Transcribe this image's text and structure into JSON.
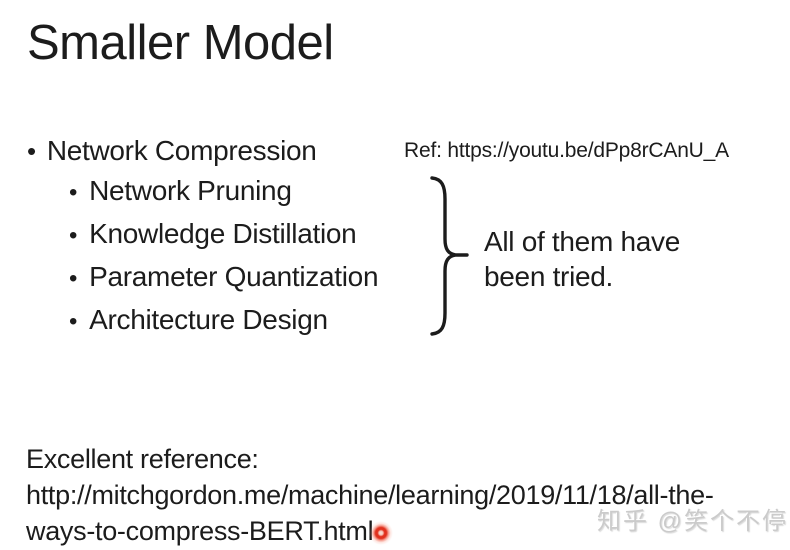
{
  "slide": {
    "title": "Smaller Model",
    "main_bullet": {
      "label": "Network Compression",
      "ref_note": "Ref: https://youtu.be/dPp8rCAnU_A"
    },
    "sub_bullets": [
      "Network Pruning",
      "Knowledge Distillation",
      "Parameter Quantization",
      "Architecture Design"
    ],
    "brace_note": "All of them have\nbeen tried.",
    "footer": {
      "label": "Excellent reference:",
      "url_line1": "http://mitchgordon.me/machine/learning/2019/11/18/all-the-",
      "url_line2": "ways-to-compress-BERT.html"
    },
    "watermark": "知乎 @笑个不停",
    "icons": {
      "brace": "right-curly-brace",
      "laser": "laser-pointer-dot",
      "bullet": "bullet-dot"
    },
    "colors": {
      "background": "#ffffff",
      "text": "#1c1c1c",
      "watermark_gray": "#cbcbcb",
      "laser_red": "#e2321e"
    }
  }
}
